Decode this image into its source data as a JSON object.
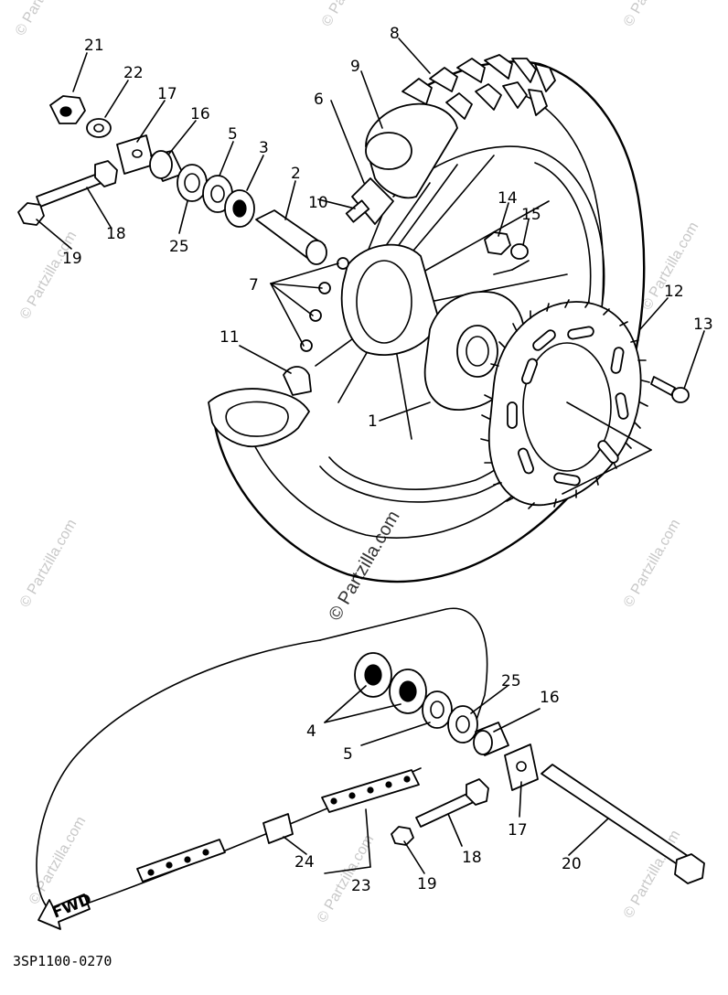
{
  "diagram": {
    "code": "3SP1100-0270",
    "fwd_label": "FWD",
    "watermark": "© Partzilla.com",
    "watermark_center": "© Partzilla.com",
    "callouts": [
      "1",
      "2",
      "3",
      "4",
      "5",
      "5",
      "6",
      "7",
      "8",
      "9",
      "10",
      "11",
      "12",
      "13",
      "14",
      "15",
      "16",
      "16",
      "17",
      "17",
      "18",
      "18",
      "19",
      "19",
      "20",
      "21",
      "22",
      "23",
      "24",
      "25",
      "25"
    ]
  }
}
